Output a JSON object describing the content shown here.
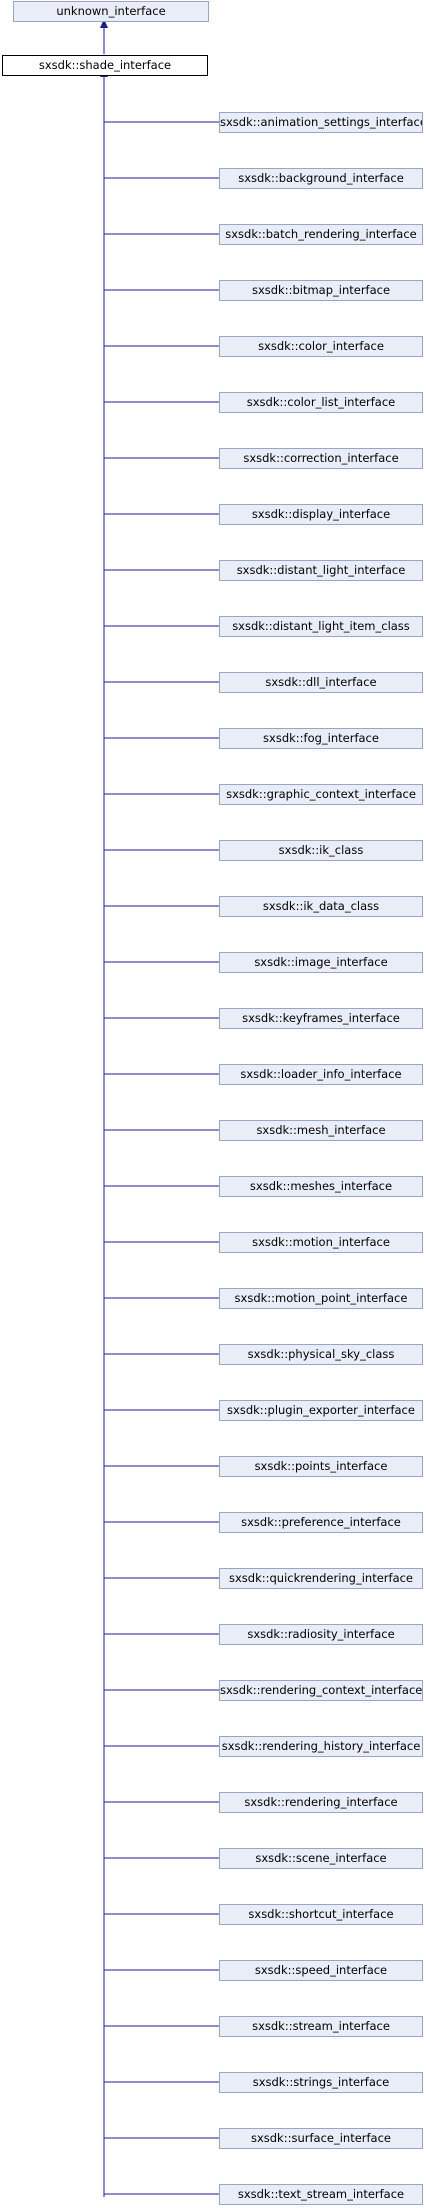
{
  "colors": {
    "edge": "#1e1e8c",
    "node_fill": "#e8edf7",
    "node_border": "#9aa5c2",
    "current_border": "#000000"
  },
  "base": {
    "label": "unknown_interface"
  },
  "current": {
    "label": "sxsdk::shade_interface"
  },
  "children": [
    "sxsdk::animation_settings_interface",
    "sxsdk::background_interface",
    "sxsdk::batch_rendering_interface",
    "sxsdk::bitmap_interface",
    "sxsdk::color_interface",
    "sxsdk::color_list_interface",
    "sxsdk::correction_interface",
    "sxsdk::display_interface",
    "sxsdk::distant_light_interface",
    "sxsdk::distant_light_item_class",
    "sxsdk::dll_interface",
    "sxsdk::fog_interface",
    "sxsdk::graphic_context_interface",
    "sxsdk::ik_class",
    "sxsdk::ik_data_class",
    "sxsdk::image_interface",
    "sxsdk::keyframes_interface",
    "sxsdk::loader_info_interface",
    "sxsdk::mesh_interface",
    "sxsdk::meshes_interface",
    "sxsdk::motion_interface",
    "sxsdk::motion_point_interface",
    "sxsdk::physical_sky_class",
    "sxsdk::plugin_exporter_interface",
    "sxsdk::points_interface",
    "sxsdk::preference_interface",
    "sxsdk::quickrendering_interface",
    "sxsdk::radiosity_interface",
    "sxsdk::rendering_context_interface",
    "sxsdk::rendering_history_interface",
    "sxsdk::rendering_interface",
    "sxsdk::scene_interface",
    "sxsdk::shortcut_interface",
    "sxsdk::speed_interface",
    "sxsdk::stream_interface",
    "sxsdk::strings_interface",
    "sxsdk::surface_interface",
    "sxsdk::text_stream_interface"
  ]
}
